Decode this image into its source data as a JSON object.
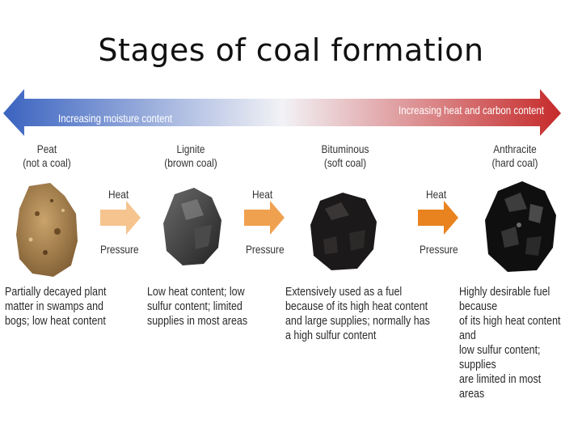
{
  "title": "Stages of coal formation",
  "scale": {
    "left_label": "Increasing moisture content",
    "right_label": "Increasing heat and carbon content",
    "colors": {
      "left": "#3a63c0",
      "middle": "#f2f2f6",
      "right": "#c62a2a"
    }
  },
  "stages": [
    {
      "name": "Peat",
      "sub": "(not a coal)",
      "description": "Partially decayed plant\nmatter in swamps and\nbogs; low heat content",
      "color": "#b08a55"
    },
    {
      "name": "Lignite",
      "sub": "(brown coal)",
      "description": "Low heat content; low\nsulfur content; limited\nsupplies in most areas",
      "color": "#3c3c3c"
    },
    {
      "name": "Bituminous",
      "sub": "(soft coal)",
      "description": "Extensively used as a fuel\nbecause of its high heat content\nand large supplies; normally has\na high sulfur content",
      "color": "#1c1a1a"
    },
    {
      "name": "Anthracite",
      "sub": "(hard coal)",
      "description": "Highly desirable fuel because\nof its high heat content and\nlow sulfur content; supplies\nare limited in most areas",
      "color": "#101010"
    }
  ],
  "transitions": [
    {
      "top": "Heat",
      "bottom": "Pressure",
      "color": "#f6c48f"
    },
    {
      "top": "Heat",
      "bottom": "Pressure",
      "color": "#f0a150"
    },
    {
      "top": "Heat",
      "bottom": "Pressure",
      "color": "#e9831f"
    }
  ]
}
